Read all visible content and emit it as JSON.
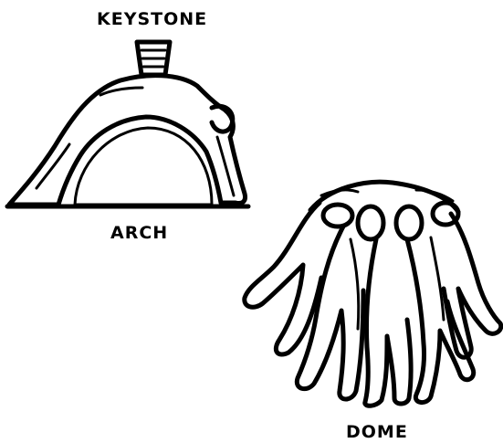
{
  "labels": {
    "keystone": "KEYSTONE",
    "arch": "ARCH",
    "dome": "DOME"
  },
  "colors": {
    "ink": "#000000",
    "paper": "#ffffff"
  }
}
